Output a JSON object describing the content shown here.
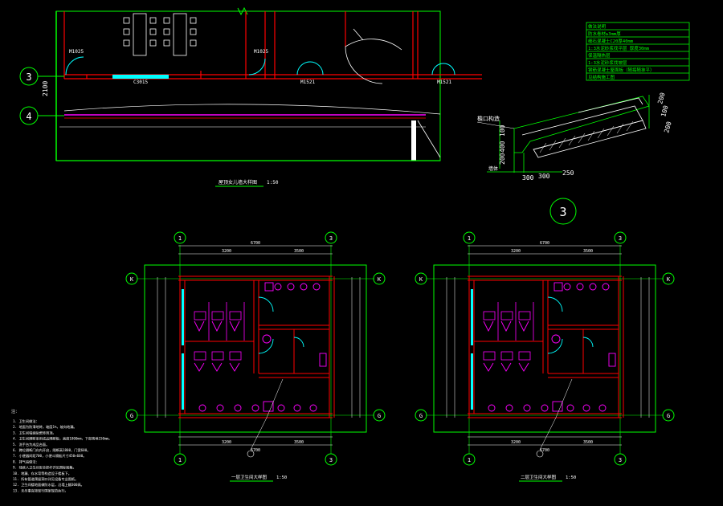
{
  "colors": {
    "background": "#000000",
    "frame": "#00ff00",
    "wall": "#ff0000",
    "fixture": "#ff00ff",
    "door": "#00ffff",
    "text": "#ffffff",
    "dimension": "#ffff00"
  },
  "top_plan": {
    "grid_labels": [
      "3",
      "4"
    ],
    "door_tags": [
      "M1025",
      "M1025",
      "M1521",
      "M1521"
    ],
    "window_tag": "C3015",
    "side_dimension": "2100",
    "caption": "屋顶女儿墙大样图",
    "caption_scale": "1:50"
  },
  "section_detail": {
    "label_eave": "檐口构造",
    "label_wall": "墙体",
    "dims_bottom": [
      "300",
      "300",
      "250"
    ],
    "dims_right": [
      "200",
      "100",
      "200"
    ],
    "dims_left": [
      "100",
      "400",
      "200"
    ],
    "detail_number": "3",
    "notes": [
      "做法说明",
      "防水卷材≥3mm厚",
      "细石混凝土C20厚40mm",
      "1:3水泥砂浆找平层 厚度30mm",
      "保温隔热层",
      "1:3水泥砂浆找坡层",
      "钢筋混凝土屋面板（随捣随抹平）",
      "见结构施工图"
    ]
  },
  "plan_left": {
    "axis_top": [
      "1",
      "3"
    ],
    "axis_bottom": [
      "1",
      "3"
    ],
    "axis_side": [
      "K",
      "G"
    ],
    "dim_total": "6700",
    "dim_parts": [
      "3200",
      "3500"
    ],
    "caption": "一层卫生间大样图",
    "caption_scale": "1:50"
  },
  "plan_right": {
    "axis_top": [
      "1",
      "3"
    ],
    "axis_bottom": [
      "1",
      "3"
    ],
    "axis_side": [
      "K",
      "G"
    ],
    "dim_total": "6700",
    "dim_parts": [
      "3200",
      "3500"
    ],
    "caption": "二层卫生间大样图",
    "caption_scale": "1:50"
  },
  "notes_block": {
    "heading": "注：",
    "lines": [
      "1. 卫生间做法：",
      "2. 地面为防滑地砖，坡度1%，坡向地漏。",
      "3. 卫生间墙面贴瓷砖到顶。",
      "4. 卫生间隔断采用成品隔断板，高度1800mm，下部离地150mm。",
      "5. 洗手台为成品台面。",
      "6. 蹲位隔断门向内开启，隔断高1800，门宽600。",
      "7. 小便器间距700，小便斗隔板尺寸450×600。",
      "8. 排气扇做法：",
      "9. 残疾人卫生间安全抓杆详见国标图集。",
      "10. 地漏、存水弯等构造设于楼板下。",
      "11. 所有管道预留洞口详见设备专业图纸。",
      "12. 卫生间楼地面做防水层，沿墙上翻300高。",
      "13. 未尽事宜按现行国家规范执行。"
    ]
  }
}
